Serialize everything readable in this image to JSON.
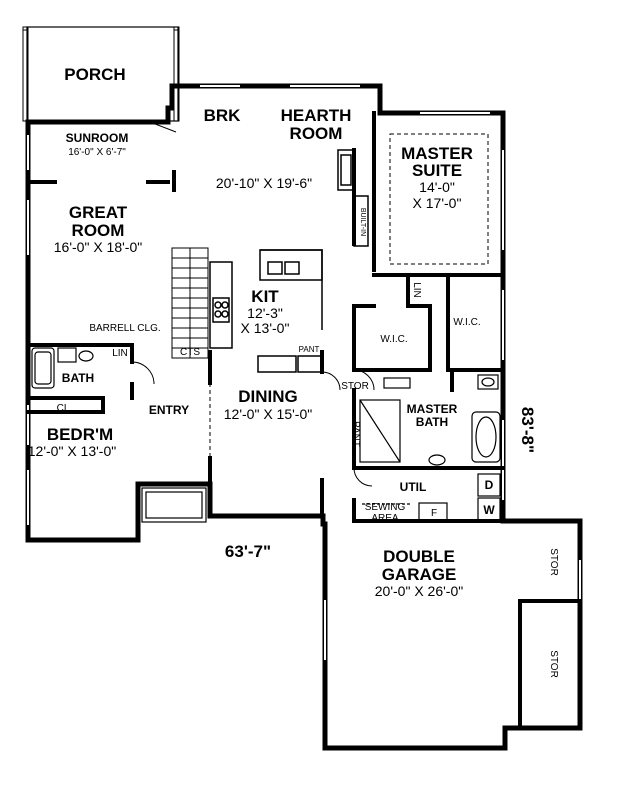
{
  "rooms": {
    "porch": "PORCH",
    "sunroom": "SUNROOM",
    "sunroom_dim": "16'-0\" X 6'-7\"",
    "brk": "BRK",
    "hearth_1": "HEARTH",
    "hearth_2": "ROOM",
    "hearth_dim": "20'-10\" X 19'-6\"",
    "great_1": "GREAT",
    "great_2": "ROOM",
    "great_dim": "16'-0\" X 18'-0\"",
    "master_1": "MASTER",
    "master_2": "SUITE",
    "master_dim_1": "14'-0\"",
    "master_dim_2": "X 17'-0\"",
    "builtin": "BUILT-IN",
    "kit": "KIT",
    "kit_dim_1": "12'-3\"",
    "kit_dim_2": "X 13'-0\"",
    "barrell": "BARRELL CLG.",
    "cts": "CTS",
    "lin": "LIN",
    "lin2": "LIN",
    "wic1": "W.I.C.",
    "wic2": "W.I.C.",
    "pant": "PANT",
    "bath": "BATH",
    "stor": "STOR",
    "cl": "CL",
    "entry": "ENTRY",
    "dining": "DINING",
    "dining_dim": "12'-0\" X 15'-0\"",
    "mbath_1": "MASTER",
    "mbath_2": "BATH",
    "pant2": "PANT",
    "bedrm": "BEDR'M",
    "bedrm_dim": "12'-0\" X 13'-0\"",
    "util": "UTIL",
    "dryer": "D",
    "washer": "W",
    "sewing_1": "SEWING",
    "sewing_2": "AREA",
    "freezer": "F",
    "garage_1": "DOUBLE",
    "garage_2": "GARAGE",
    "garage_dim": "20'-0\" X 26'-0\"",
    "gstor1": "STOR",
    "gstor2": "STOR"
  },
  "dimensions": {
    "width": "63'-7\"",
    "depth": "83'-8\""
  }
}
